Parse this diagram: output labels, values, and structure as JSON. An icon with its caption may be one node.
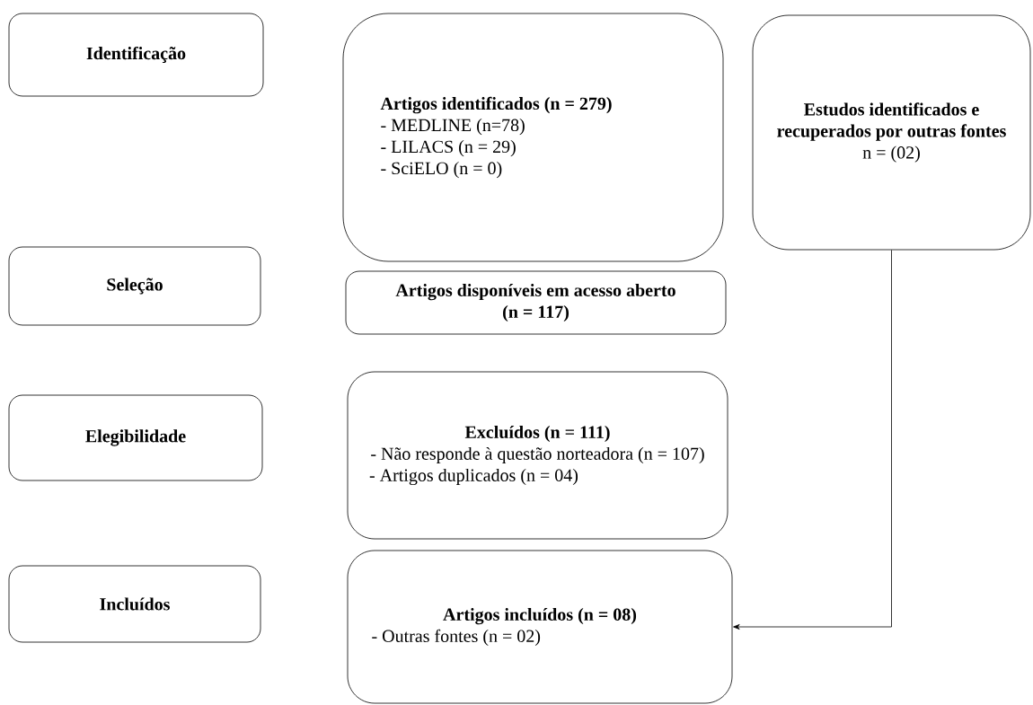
{
  "diagram": {
    "nodes": [
      {
        "text": [
          "Identificação"
        ]
      },
      {
        "text": [
          "Artigos identificados (n = 279)",
          "- MEDLINE (n=78)",
          "- LILACS (n = 29)",
          "- SciELO (n = 0)"
        ]
      },
      {
        "text": [
          "Estudos identificados e recuperados por outras fontes",
          "n = (02)"
        ]
      },
      {
        "text": [
          "Seleção"
        ]
      },
      {
        "text": [
          "Artigos disponíveis em acesso aberto (n = 117)"
        ]
      },
      {
        "text": [
          "Elegibilidade"
        ]
      },
      {
        "text": [
          "Excluídos (n = 111)",
          "- Não responde à questão norteadora (n = 107)",
          "- Artigos duplicados (n = 04)"
        ]
      },
      {
        "text": [
          "Incluídos"
        ]
      },
      {
        "text": [
          "Artigos incluídos (n = 08)",
          "- Outras fontes (n = 02)"
        ]
      }
    ],
    "edges": [
      {
        "from": 2,
        "to": 8,
        "arrow": "to"
      }
    ]
  }
}
